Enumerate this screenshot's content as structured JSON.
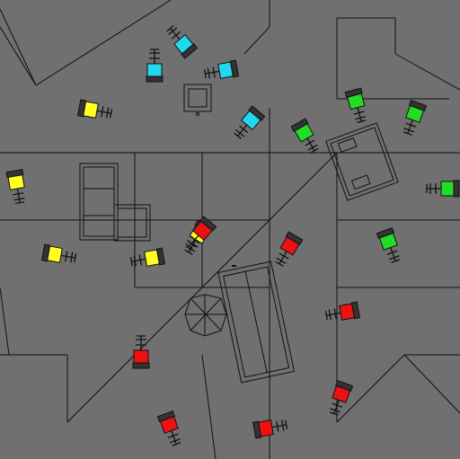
{
  "scene": {
    "background": "#707070",
    "line_color": "#111111",
    "team_colors": {
      "cyan": "#22d8f0",
      "green": "#22dd22",
      "yellow": "#ffff22",
      "red": "#ee1111"
    }
  },
  "units": [
    {
      "id": "c1",
      "team": "cyan"
    },
    {
      "id": "c2",
      "team": "cyan"
    },
    {
      "id": "c3",
      "team": "cyan"
    },
    {
      "id": "c4",
      "team": "cyan"
    },
    {
      "id": "g1",
      "team": "green"
    },
    {
      "id": "g2",
      "team": "green"
    },
    {
      "id": "g3",
      "team": "green"
    },
    {
      "id": "g4",
      "team": "green"
    },
    {
      "id": "g5",
      "team": "green"
    },
    {
      "id": "y1",
      "team": "yellow"
    },
    {
      "id": "y2",
      "team": "yellow"
    },
    {
      "id": "y3",
      "team": "yellow"
    },
    {
      "id": "y4",
      "team": "yellow"
    },
    {
      "id": "y5",
      "team": "yellow"
    },
    {
      "id": "r1",
      "team": "red"
    },
    {
      "id": "r2",
      "team": "red"
    },
    {
      "id": "r3",
      "team": "red"
    },
    {
      "id": "r4",
      "team": "red"
    },
    {
      "id": "r5",
      "team": "red"
    },
    {
      "id": "r6",
      "team": "red"
    },
    {
      "id": "r7",
      "team": "red"
    }
  ]
}
